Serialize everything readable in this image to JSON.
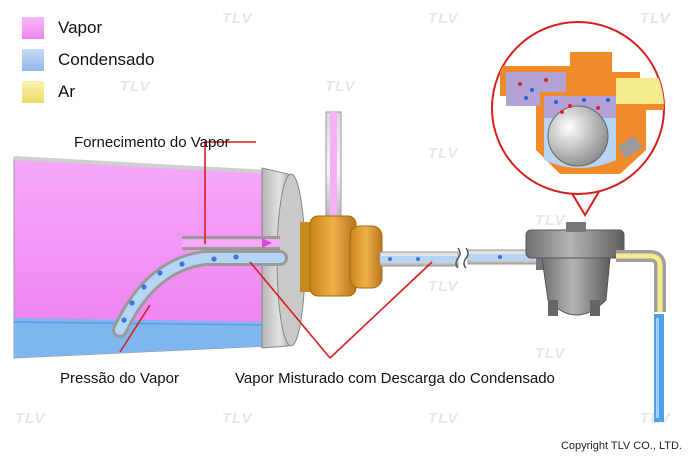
{
  "legend": [
    {
      "label": "Vapor",
      "color": "#f39bf5"
    },
    {
      "label": "Condensado",
      "color": "#a8c8f0"
    },
    {
      "label": "Ar",
      "color": "#f4ec8c"
    }
  ],
  "labels": {
    "steam_supply": "Fornecimento do Vapor",
    "steam_pressure": "Pressão do Vapor",
    "mixed_discharge": "Vapor Misturado com Descarga do Condensado"
  },
  "watermark": "TLV",
  "copyright": "Copyright TLV CO., LTD.",
  "colors": {
    "steam": "#f39bf5",
    "condensate": "#a8c8f0",
    "air": "#f4ec8c",
    "fitting": "#d99a2b",
    "trap": "#8a8a8a",
    "callout": "#d81e1e"
  }
}
